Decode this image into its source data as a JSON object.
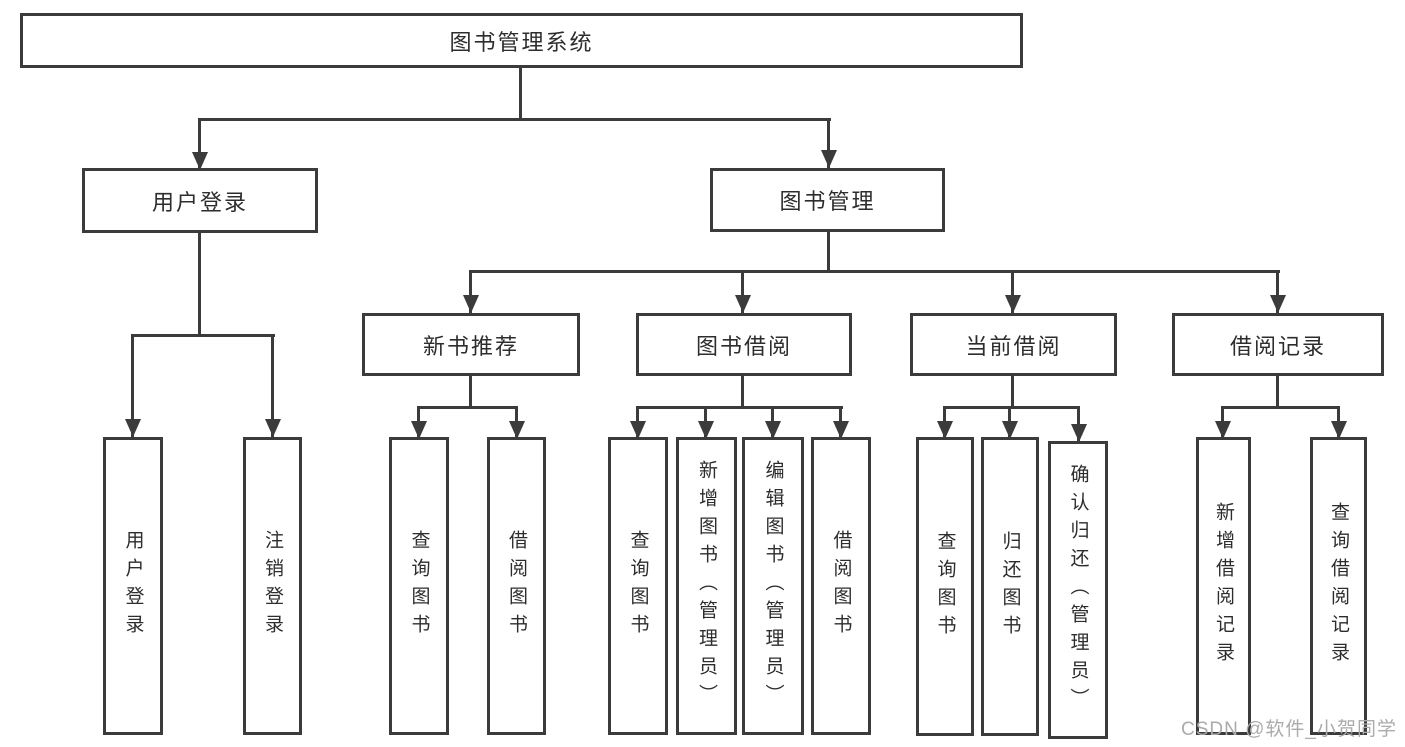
{
  "diagram": {
    "root": "图书管理系统",
    "branches": [
      {
        "label": "用户登录",
        "children": [
          {
            "label": "用户登录"
          },
          {
            "label": "注销登录"
          }
        ]
      },
      {
        "label": "图书管理",
        "children": [
          {
            "label": "新书推荐",
            "children": [
              {
                "label": "查询图书"
              },
              {
                "label": "借阅图书"
              }
            ]
          },
          {
            "label": "图书借阅",
            "children": [
              {
                "label": "查询图书"
              },
              {
                "label": "新增图书（管理员）"
              },
              {
                "label": "编辑图书（管理员）"
              },
              {
                "label": "借阅图书"
              }
            ]
          },
          {
            "label": "当前借阅",
            "children": [
              {
                "label": "查询图书"
              },
              {
                "label": "归还图书"
              },
              {
                "label": "确认归还（管理员）"
              }
            ]
          },
          {
            "label": "借阅记录",
            "children": [
              {
                "label": "新增借阅记录"
              },
              {
                "label": "查询借阅记录"
              }
            ]
          }
        ]
      }
    ]
  },
  "watermark": "CSDN @软件_小贺同学",
  "colors": {
    "line": "#3b3b3b",
    "text": "#2d2d2d",
    "watermark": "#ababab",
    "background": "#ffffff"
  }
}
